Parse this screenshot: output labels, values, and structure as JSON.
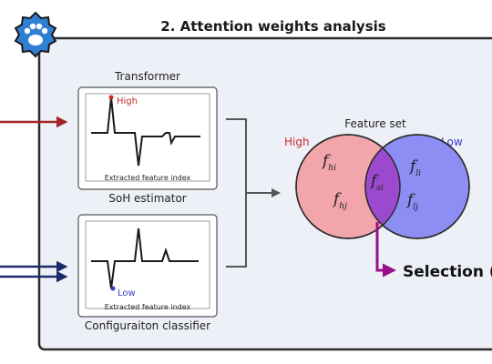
{
  "section_title": "2. Attention weights analysis",
  "panel_top": {
    "title": "Transformer",
    "caption": "SoH estimator",
    "axis_label": "Extracted feature index",
    "peak_label": "High"
  },
  "panel_bottom": {
    "caption": "Configuraiton classifier",
    "axis_label": "Extracted feature index",
    "trough_label": "Low"
  },
  "venn": {
    "title": "Feature set",
    "left_label": "High",
    "right_label": "Low",
    "left_features": [
      {
        "base": "f",
        "sub": "hi"
      },
      {
        "base": "f",
        "sub": "hj"
      }
    ],
    "intersection_feature": {
      "base": "f",
      "sub": "si"
    },
    "right_features": [
      {
        "base": "f",
        "sub": "li"
      },
      {
        "base": "f",
        "sub": "lj"
      }
    ]
  },
  "output_label": "Selection",
  "output_label_cut": "Selection (",
  "colors": {
    "high": "#cc2a2a",
    "low": "#3a3acb",
    "input_top": "#a32626",
    "input_bottom": "#1c2a6b",
    "venn_left": "#f2a5aa",
    "venn_right": "#8d8ef4",
    "intersection": "#9b4ad0",
    "selection_arrow": "#990f86",
    "panel_bg": "#eef0f7",
    "icon_bg": "#2f7fd3"
  },
  "icon": "paw-icon"
}
